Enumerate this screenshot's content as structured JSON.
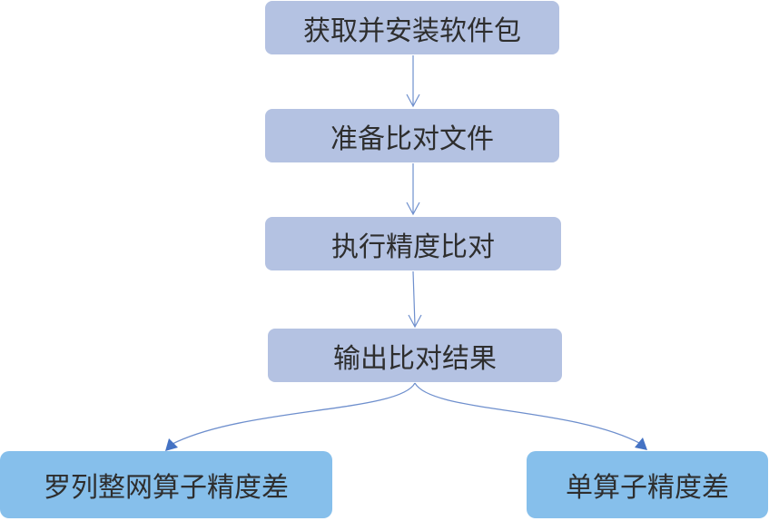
{
  "diagram": {
    "steps": [
      {
        "id": "n1",
        "label": "获取并安装软件包"
      },
      {
        "id": "n2",
        "label": "准备比对文件"
      },
      {
        "id": "n3",
        "label": "执行精度比对"
      },
      {
        "id": "n4",
        "label": "输出比对结果"
      }
    ],
    "results": [
      {
        "id": "n5",
        "label": "罗列整网算子精度差"
      },
      {
        "id": "n6",
        "label": "单算子精度差"
      }
    ],
    "colors": {
      "step_fill": "#b4c2e2",
      "result_fill": "#86bfeb",
      "connector": "#6e8fcd",
      "branch_arrowhead": "#4472c4",
      "text": "#2e2e2e"
    }
  }
}
